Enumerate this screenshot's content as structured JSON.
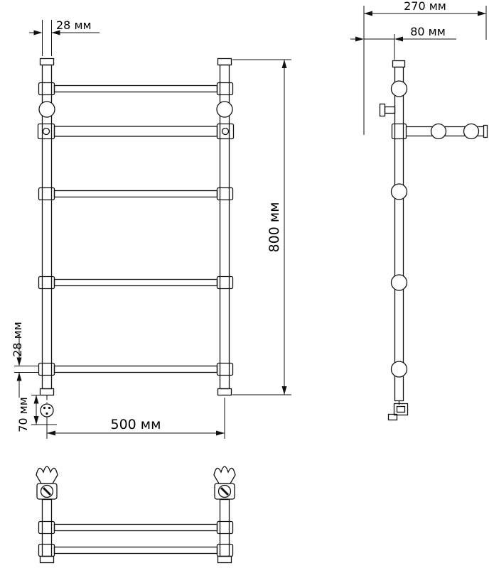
{
  "page": {
    "background": "#ffffff",
    "line_color": "#111111"
  },
  "front_view": {
    "dim_top_tube": "28 мм",
    "dim_height": "800 мм",
    "dim_width": "500 мм",
    "dim_bottom_tube": "28 мм",
    "dim_element_offset": "70 мм"
  },
  "side_view": {
    "dim_depth": "270 мм",
    "dim_wall_offset": "80 мм"
  }
}
